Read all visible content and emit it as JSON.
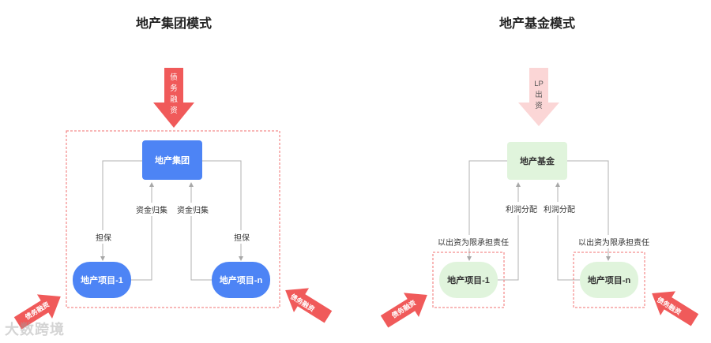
{
  "left": {
    "title": "地产集团模式",
    "top_arrow": [
      "债",
      "务",
      "融",
      "资"
    ],
    "group_box": "地产集团",
    "project_left": "地产项目-1",
    "project_right": "地产项目-n",
    "label_guarantee_left": "担保",
    "label_guarantee_right": "担保",
    "label_collect_left": "资金归集",
    "label_collect_right": "资金归集",
    "corner_arrow_left": "债务融资",
    "corner_arrow_right": "债务融资"
  },
  "right": {
    "title": "地产基金模式",
    "top_arrow": [
      "LP",
      "出",
      "资"
    ],
    "fund_box": "地产基金",
    "project_left": "地产项目-1",
    "project_right": "地产项目-n",
    "label_profit_left": "利润分配",
    "label_profit_right": "利润分配",
    "label_limit_left": "以出资为限承担责任",
    "label_limit_right": "以出资为限承担责任",
    "corner_arrow_left": "债务融资",
    "corner_arrow_right": "债务融资"
  },
  "watermark": "大数跨境",
  "colors": {
    "blue": "#4d84f5",
    "green_fill": "#e0f4dc",
    "red_arrow": "#f05a5a",
    "pink_arrow": "#fbd6d6",
    "dashed": "#f07070",
    "line": "#b0b0b0"
  }
}
